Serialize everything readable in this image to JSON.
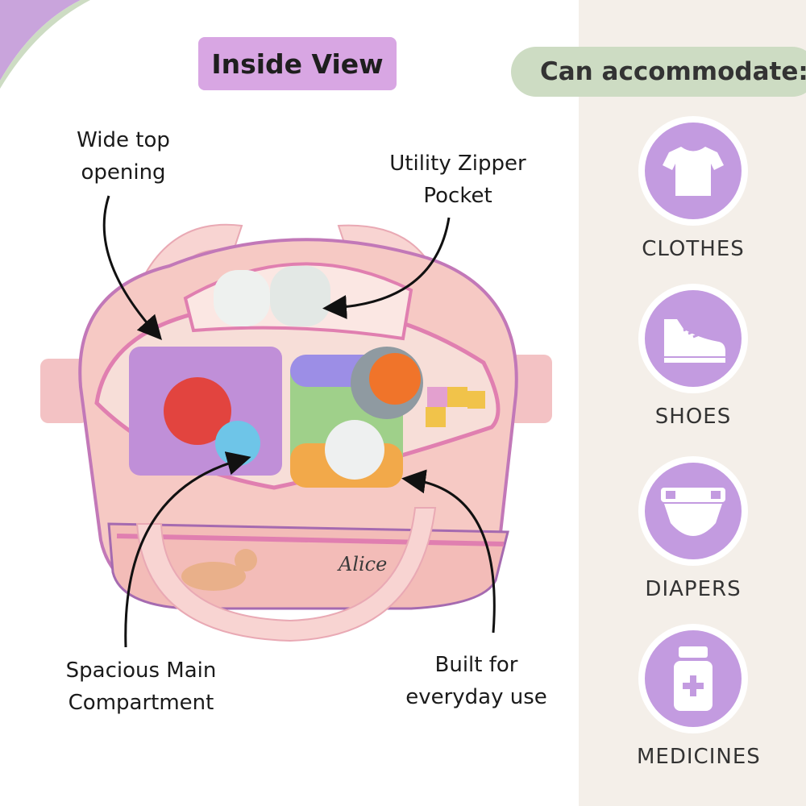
{
  "header": {
    "title": "Inside View",
    "accommodate_title": "Can accommodate:"
  },
  "callouts": {
    "wide_top": [
      "Wide top",
      "opening"
    ],
    "utility": [
      "Utility Zipper",
      "Pocket"
    ],
    "main": [
      "Spacious Main",
      "Compartment"
    ],
    "everyday": [
      "Built for",
      "everyday use"
    ]
  },
  "bag": {
    "name_tag": "Alice"
  },
  "items": [
    {
      "label": "CLOTHES",
      "icon": "tshirt-icon"
    },
    {
      "label": "SHOES",
      "icon": "shoe-icon"
    },
    {
      "label": "DIAPERS",
      "icon": "diaper-icon"
    },
    {
      "label": "MEDICINES",
      "icon": "medicine-bottle-icon"
    }
  ],
  "colors": {
    "title_pill": "#d8a6e3",
    "accommodate_pill": "#cddcc3",
    "icon_circle": "#c39be0",
    "panel": "#f4efe9",
    "bag_pink": "#f6c9c4",
    "bag_trim": "#e07fb0"
  }
}
